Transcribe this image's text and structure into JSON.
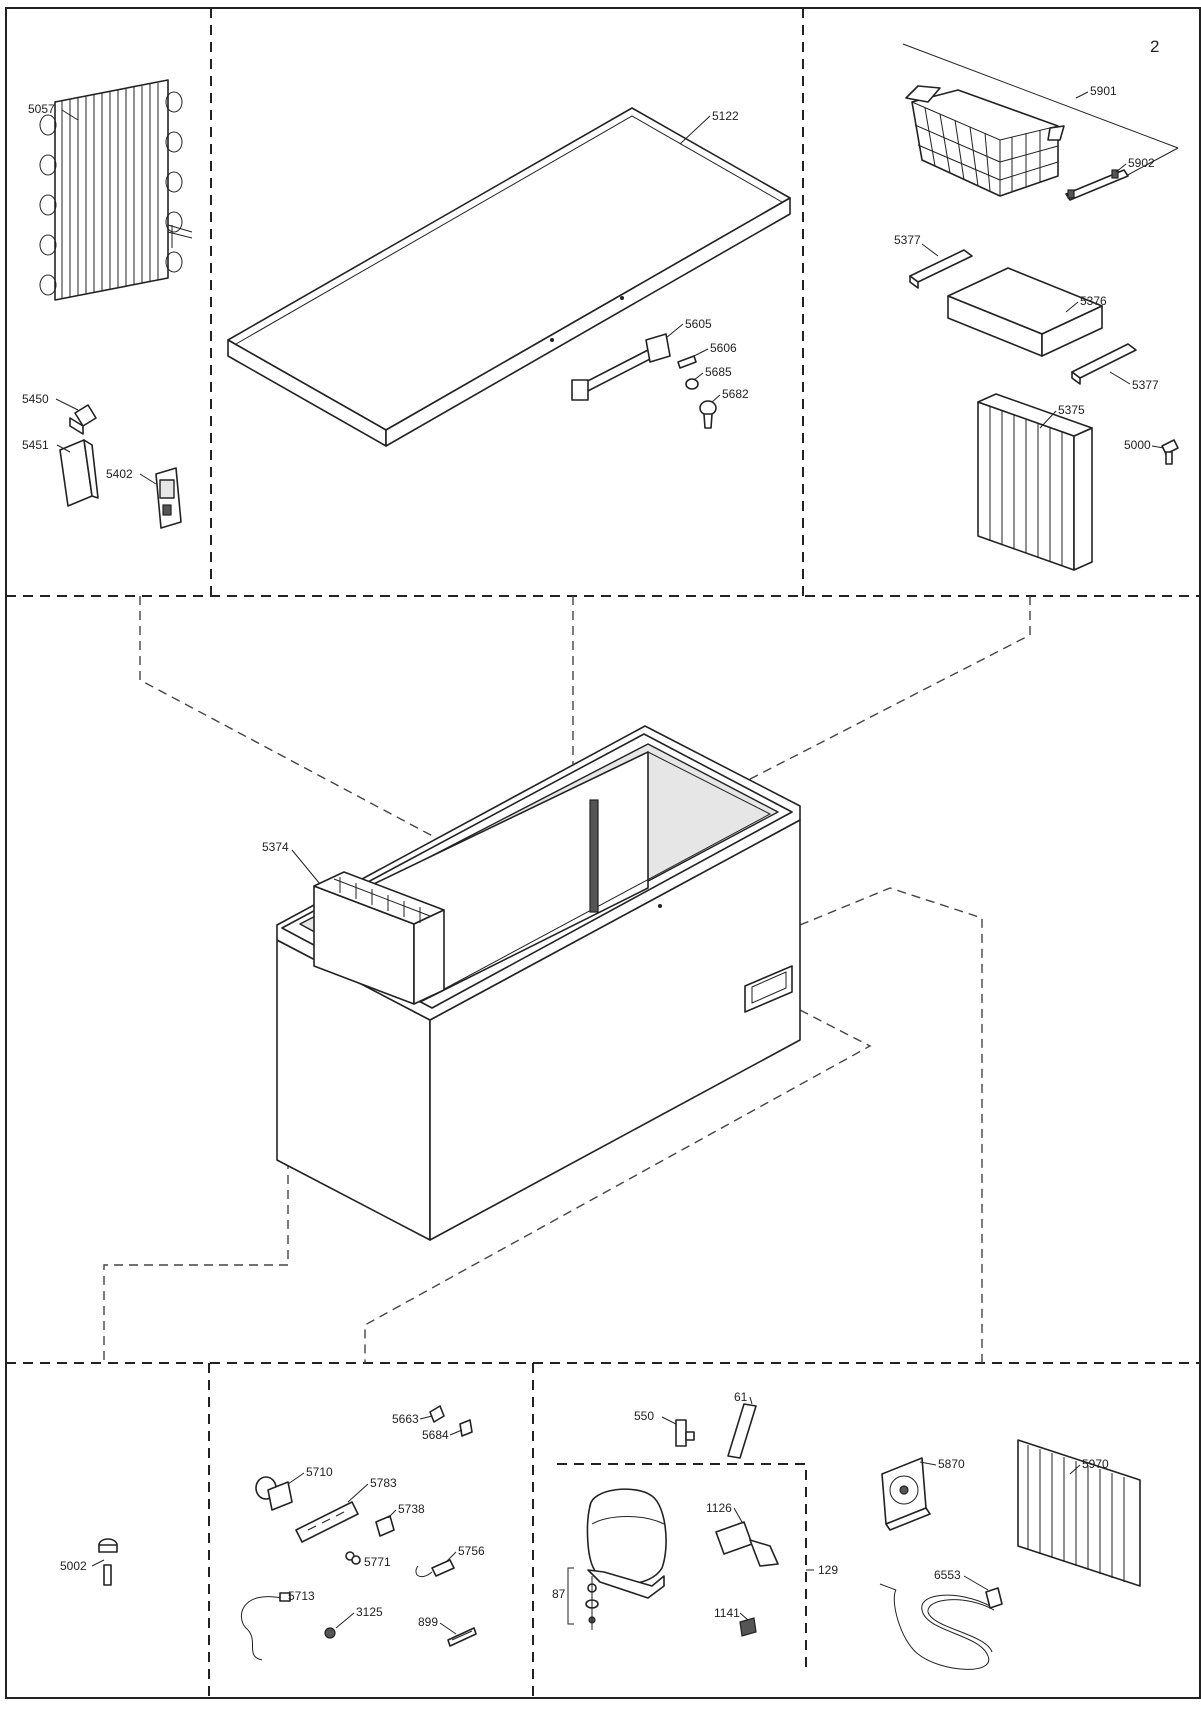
{
  "page_number": "2",
  "labels": {
    "p5057": "5057",
    "p5450": "5450",
    "p5451": "5451",
    "p5402": "5402",
    "p5122": "5122",
    "p5605": "5605",
    "p5606": "5606",
    "p5685": "5685",
    "p5682": "5682",
    "p5901": "5901",
    "p5902": "5902",
    "p5377a": "5377",
    "p5376": "5376",
    "p5377b": "5377",
    "p5375": "5375",
    "p5000": "5000",
    "p5374": "5374",
    "p5002": "5002",
    "p5663": "5663",
    "p5684": "5684",
    "p5710": "5710",
    "p5783": "5783",
    "p5738": "5738",
    "p5771": "5771",
    "p5756": "5756",
    "p5713": "5713",
    "p3125": "3125",
    "p899": "899",
    "p550": "550",
    "p61": "61",
    "p1126": "1126",
    "p129": "129",
    "p87": "87",
    "p1141": "1141",
    "p5870": "5870",
    "p5970": "5970",
    "p6553": "6553"
  }
}
